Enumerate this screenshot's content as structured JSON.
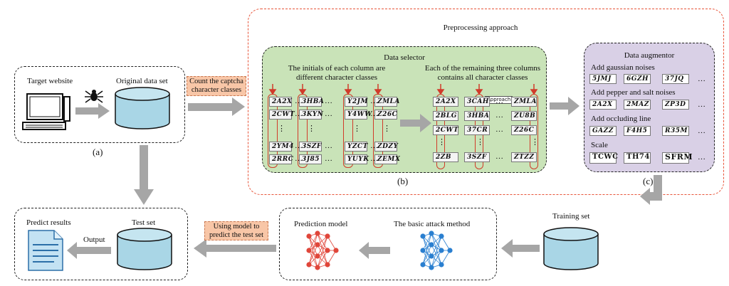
{
  "panels": {
    "a": {
      "target_website": "Target website",
      "original_data_set": "Original data set",
      "label": "(a)"
    },
    "preprocessing": {
      "title": "Preprocessing approach"
    },
    "b": {
      "title": "Data selector",
      "left_text_1": "The initials of each column are",
      "left_text_2": "different character classes",
      "right_text_1": "Each of the remaining three columns",
      "right_text_2": "contains all character classes",
      "label": "(b)",
      "approach_tag": "Approach",
      "left_captchas": [
        [
          "2A2X",
          "3HBA",
          "Y2JM",
          "ZMLA"
        ],
        [
          "2CWT",
          "3KYN",
          "Y4WW",
          "Z26C"
        ],
        [
          "2YM4",
          "3SZF",
          "YZCT",
          "ZDZY"
        ],
        [
          "2RRC",
          "3J85",
          "YUYK",
          "ZEMX"
        ]
      ],
      "right_captchas": [
        [
          "2A2X",
          "3CAH",
          "ZMLA"
        ],
        [
          "2BLG",
          "3HBA",
          "ZU8B"
        ],
        [
          "2CWT",
          "37CR",
          "Z26C"
        ],
        [
          "2ZB",
          "3SZF",
          "ZTZZ"
        ]
      ],
      "ellipsis": "…",
      "vdots": "⋮"
    },
    "c": {
      "title": "Data augmentor",
      "gaussian": "Add gaussian noises",
      "gaussian_samples": [
        "5JMJ",
        "6GZH",
        "37JQ"
      ],
      "pepper": "Add pepper and salt noises",
      "pepper_samples": [
        "2A2X",
        "2MAZ",
        "ZP3D"
      ],
      "occluding": "Add occluding line",
      "occluding_samples": [
        "GAZZ",
        "F4H5",
        "R35M"
      ],
      "scale": "Scale",
      "scale_samples": [
        "TCWC",
        "TH74",
        "SFRM"
      ],
      "ellipsis": "…",
      "label": "(c)"
    },
    "bottom": {
      "predict_results": "Predict results",
      "test_set": "Test set",
      "output": "Output",
      "using_model_1": "Using model to",
      "using_model_2": "predict the test set",
      "prediction_model": "Prediction model",
      "basic_attack": "The basic attack method",
      "training_set": "Training set"
    },
    "count_label_1": "Count the captcha",
    "count_label_2": "character classes"
  },
  "colors": {
    "green_panel": "#c9e3b8",
    "purple_panel": "#d9d0e6",
    "orange_label": "#f8c6a7",
    "preprocessing_border": "#e8553a",
    "arrow_gray": "#a6a6a6",
    "cylinder_fill": "#a9d6e6",
    "red_network": "#e0463a",
    "blue_network": "#2a7fd0"
  }
}
